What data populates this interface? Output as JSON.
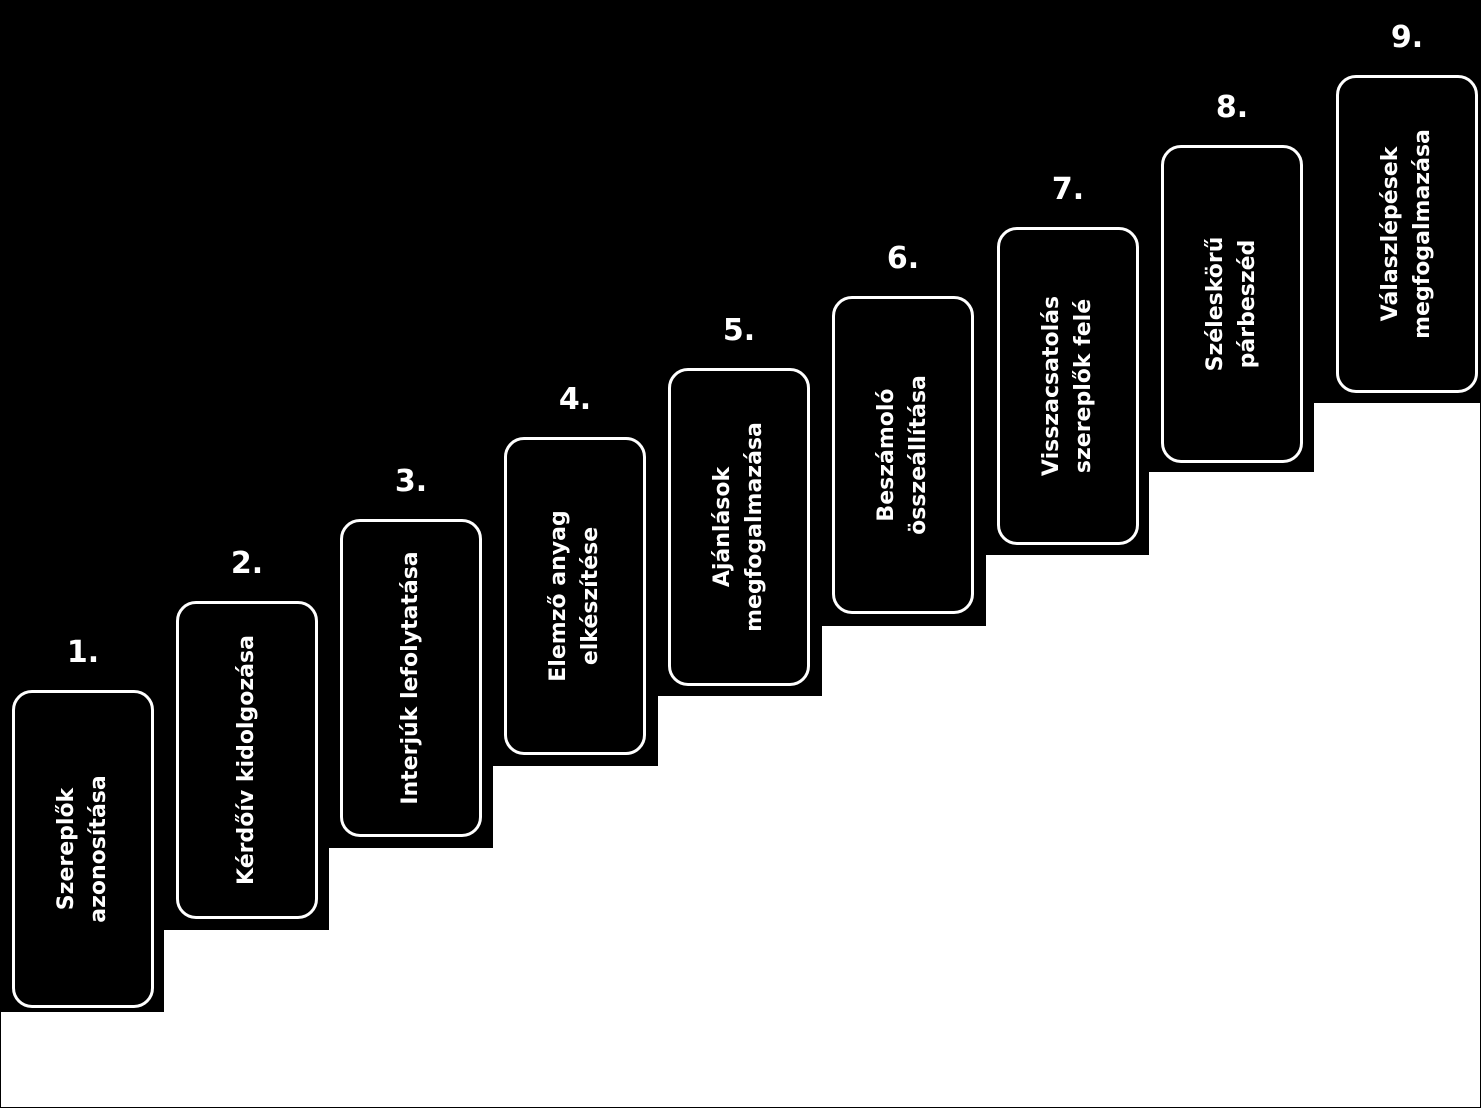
{
  "colors": {
    "background": "#000000",
    "foreground": "#ffffff",
    "empty_area": "#ffffff"
  },
  "steps": [
    {
      "number": "1.",
      "label": "Szereplők\nazonosítása"
    },
    {
      "number": "2.",
      "label": "Kérdőív kidolgozása"
    },
    {
      "number": "3.",
      "label": "Interjúk lefolytatása"
    },
    {
      "number": "4.",
      "label": "Elemző anyag\nelkészítése"
    },
    {
      "number": "5.",
      "label": "Ajánlások\nmegfogalmazása"
    },
    {
      "number": "6.",
      "label": "Beszámoló\nösszeállítása"
    },
    {
      "number": "7.",
      "label": "Visszacsatolás\nszereplők felé"
    },
    {
      "number": "8.",
      "label": "Széleskörű\npárbeszéd"
    },
    {
      "number": "9.",
      "label": "Válaszlépések\nmegfogalmazása"
    }
  ]
}
